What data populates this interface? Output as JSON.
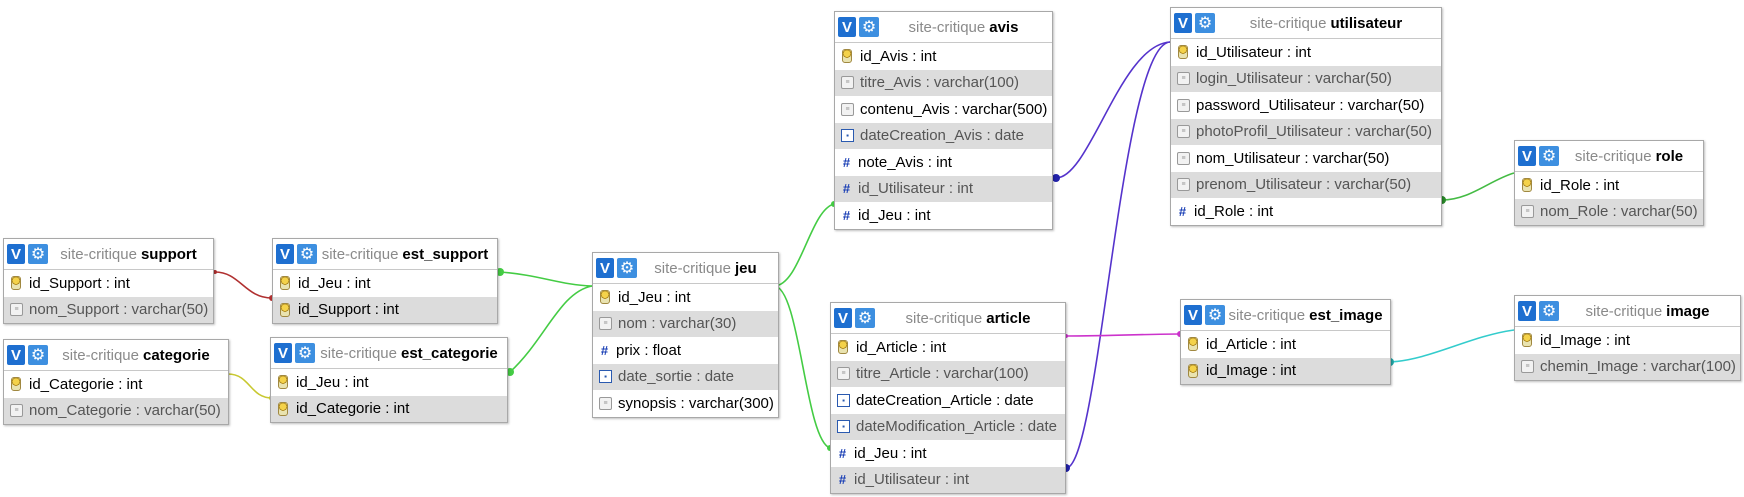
{
  "db": "site-critique",
  "tables": {
    "support": {
      "name": "support",
      "cols": [
        {
          "text": "id_Support : int",
          "icon": "key-icon"
        },
        {
          "text": "nom_Support : varchar(50)",
          "icon": "text-icon"
        }
      ]
    },
    "categorie": {
      "name": "categorie",
      "cols": [
        {
          "text": "id_Categorie : int",
          "icon": "key-icon"
        },
        {
          "text": "nom_Categorie : varchar(50)",
          "icon": "text-icon"
        }
      ]
    },
    "est_support": {
      "name": "est_support",
      "cols": [
        {
          "text": "id_Jeu : int",
          "icon": "key-icon"
        },
        {
          "text": "id_Support : int",
          "icon": "key-icon"
        }
      ]
    },
    "est_categorie": {
      "name": "est_categorie",
      "cols": [
        {
          "text": "id_Jeu : int",
          "icon": "key-icon"
        },
        {
          "text": "id_Categorie : int",
          "icon": "key-icon"
        }
      ]
    },
    "jeu": {
      "name": "jeu",
      "cols": [
        {
          "text": "id_Jeu : int",
          "icon": "key-icon"
        },
        {
          "text": "nom : varchar(30)",
          "icon": "text-icon"
        },
        {
          "text": "prix : float",
          "icon": "number-icon"
        },
        {
          "text": "date_sortie : date",
          "icon": "date-icon"
        },
        {
          "text": "synopsis : varchar(300)",
          "icon": "text-icon"
        }
      ]
    },
    "avis": {
      "name": "avis",
      "cols": [
        {
          "text": "id_Avis : int",
          "icon": "key-icon"
        },
        {
          "text": "titre_Avis : varchar(100)",
          "icon": "text-icon"
        },
        {
          "text": "contenu_Avis : varchar(500)",
          "icon": "text-icon"
        },
        {
          "text": "dateCreation_Avis : date",
          "icon": "date-icon"
        },
        {
          "text": "note_Avis : int",
          "icon": "number-icon"
        },
        {
          "text": "id_Utilisateur : int",
          "icon": "number-icon"
        },
        {
          "text": "id_Jeu : int",
          "icon": "number-icon"
        }
      ]
    },
    "article": {
      "name": "article",
      "cols": [
        {
          "text": "id_Article : int",
          "icon": "key-icon"
        },
        {
          "text": "titre_Article : varchar(100)",
          "icon": "text-icon"
        },
        {
          "text": "dateCreation_Article : date",
          "icon": "date-icon"
        },
        {
          "text": "dateModification_Article : date",
          "icon": "date-icon"
        },
        {
          "text": "id_Jeu : int",
          "icon": "number-icon"
        },
        {
          "text": "id_Utilisateur : int",
          "icon": "number-icon"
        }
      ]
    },
    "utilisateur": {
      "name": "utilisateur",
      "cols": [
        {
          "text": "id_Utilisateur : int",
          "icon": "key-icon"
        },
        {
          "text": "login_Utilisateur : varchar(50)",
          "icon": "text-icon"
        },
        {
          "text": "password_Utilisateur : varchar(50)",
          "icon": "text-icon"
        },
        {
          "text": "photoProfil_Utilisateur : varchar(50)",
          "icon": "text-icon"
        },
        {
          "text": "nom_Utilisateur : varchar(50)",
          "icon": "text-icon"
        },
        {
          "text": "prenom_Utilisateur : varchar(50)",
          "icon": "text-icon"
        },
        {
          "text": "id_Role : int",
          "icon": "number-icon"
        }
      ]
    },
    "est_image": {
      "name": "est_image",
      "cols": [
        {
          "text": "id_Article : int",
          "icon": "key-icon"
        },
        {
          "text": "id_Image : int",
          "icon": "key-icon"
        }
      ]
    },
    "role": {
      "name": "role",
      "cols": [
        {
          "text": "id_Role : int",
          "icon": "key-icon"
        },
        {
          "text": "nom_Role : varchar(50)",
          "icon": "text-icon"
        }
      ]
    },
    "image": {
      "name": "image",
      "cols": [
        {
          "text": "id_Image : int",
          "icon": "key-icon"
        },
        {
          "text": "chemin_Image : varchar(100)",
          "icon": "text-icon"
        }
      ]
    }
  },
  "colors": {
    "header_button": "#1e6fd0",
    "link_support": "#b03030",
    "link_categorie": "#c8c830",
    "link_jeu": "#44cc44",
    "link_utilisateur": "#5533cc",
    "link_article_image": "#cc33cc",
    "link_image": "#33cccc",
    "link_role": "#44bb44"
  }
}
